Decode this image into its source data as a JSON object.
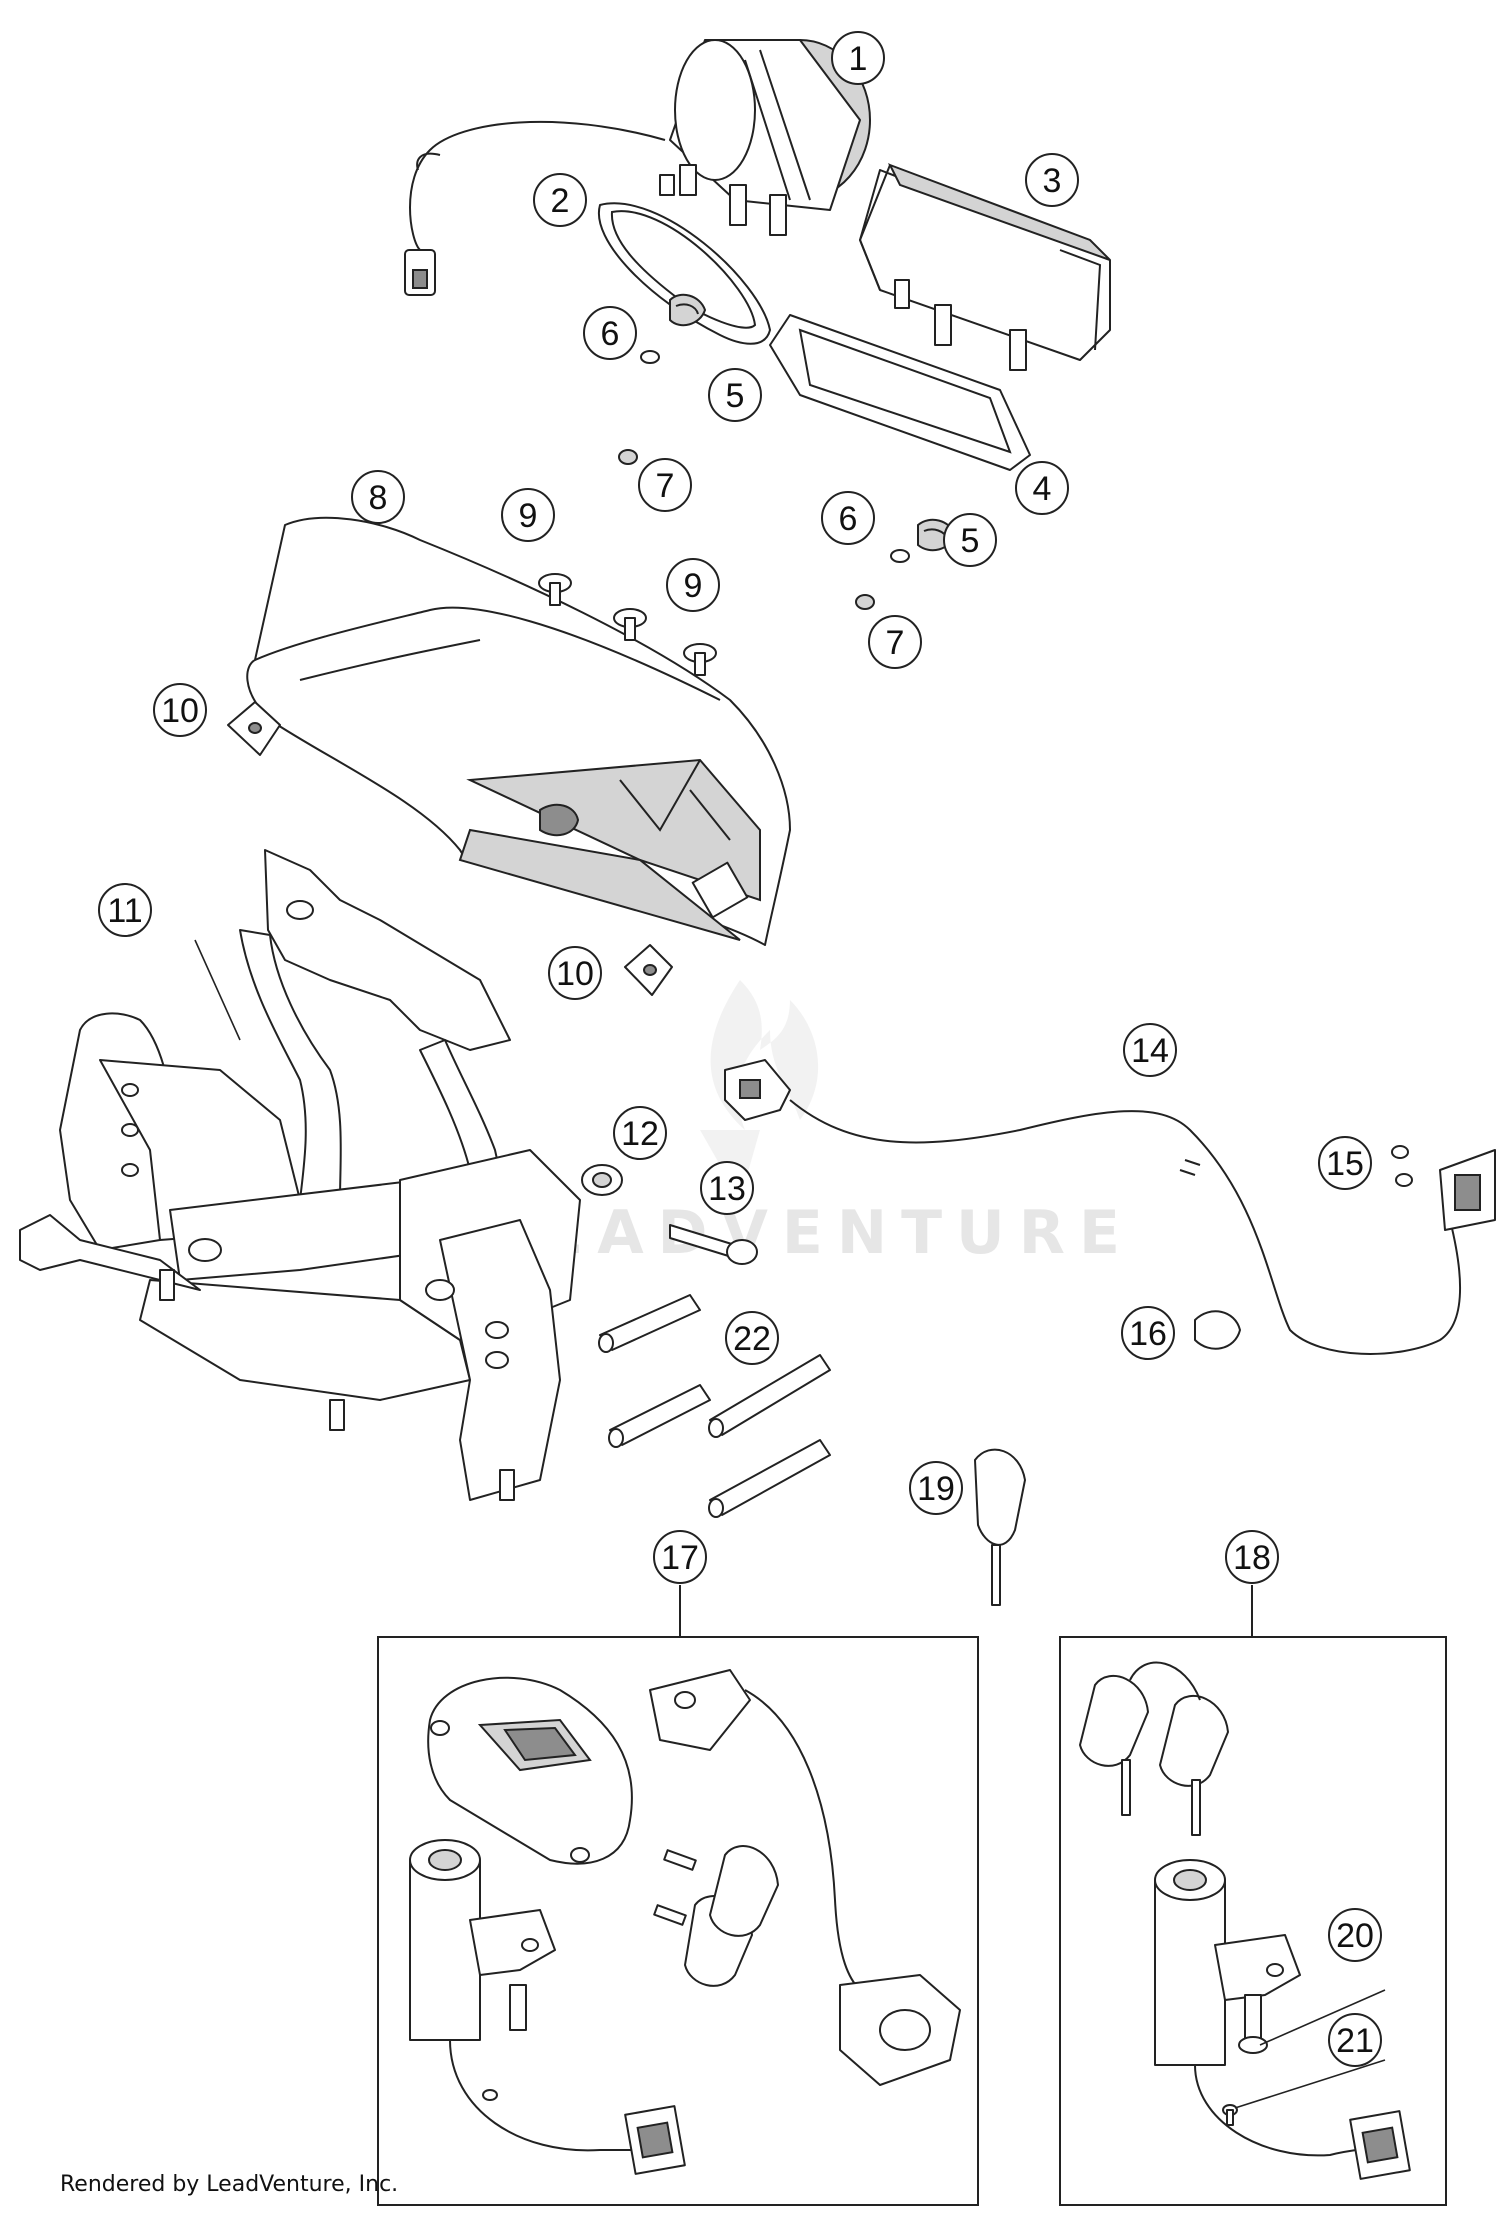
{
  "watermark": "LEADVENTURE",
  "footer": "Rendered by LeadVenture, Inc.",
  "callouts": [
    {
      "id": "c1",
      "number": "1"
    },
    {
      "id": "c2",
      "number": "2"
    },
    {
      "id": "c3",
      "number": "3"
    },
    {
      "id": "c4",
      "number": "4"
    },
    {
      "id": "c5a",
      "number": "5"
    },
    {
      "id": "c5b",
      "number": "5"
    },
    {
      "id": "c6a",
      "number": "6"
    },
    {
      "id": "c6b",
      "number": "6"
    },
    {
      "id": "c7a",
      "number": "7"
    },
    {
      "id": "c7b",
      "number": "7"
    },
    {
      "id": "c8",
      "number": "8"
    },
    {
      "id": "c9a",
      "number": "9"
    },
    {
      "id": "c9b",
      "number": "9"
    },
    {
      "id": "c10a",
      "number": "10"
    },
    {
      "id": "c10b",
      "number": "10"
    },
    {
      "id": "c11",
      "number": "11"
    },
    {
      "id": "c12",
      "number": "12"
    },
    {
      "id": "c13",
      "number": "13"
    },
    {
      "id": "c14",
      "number": "14"
    },
    {
      "id": "c15",
      "number": "15"
    },
    {
      "id": "c16",
      "number": "16"
    },
    {
      "id": "c17",
      "number": "17"
    },
    {
      "id": "c18",
      "number": "18"
    },
    {
      "id": "c19",
      "number": "19"
    },
    {
      "id": "c20",
      "number": "20"
    },
    {
      "id": "c21",
      "number": "21"
    },
    {
      "id": "c22",
      "number": "22"
    }
  ]
}
